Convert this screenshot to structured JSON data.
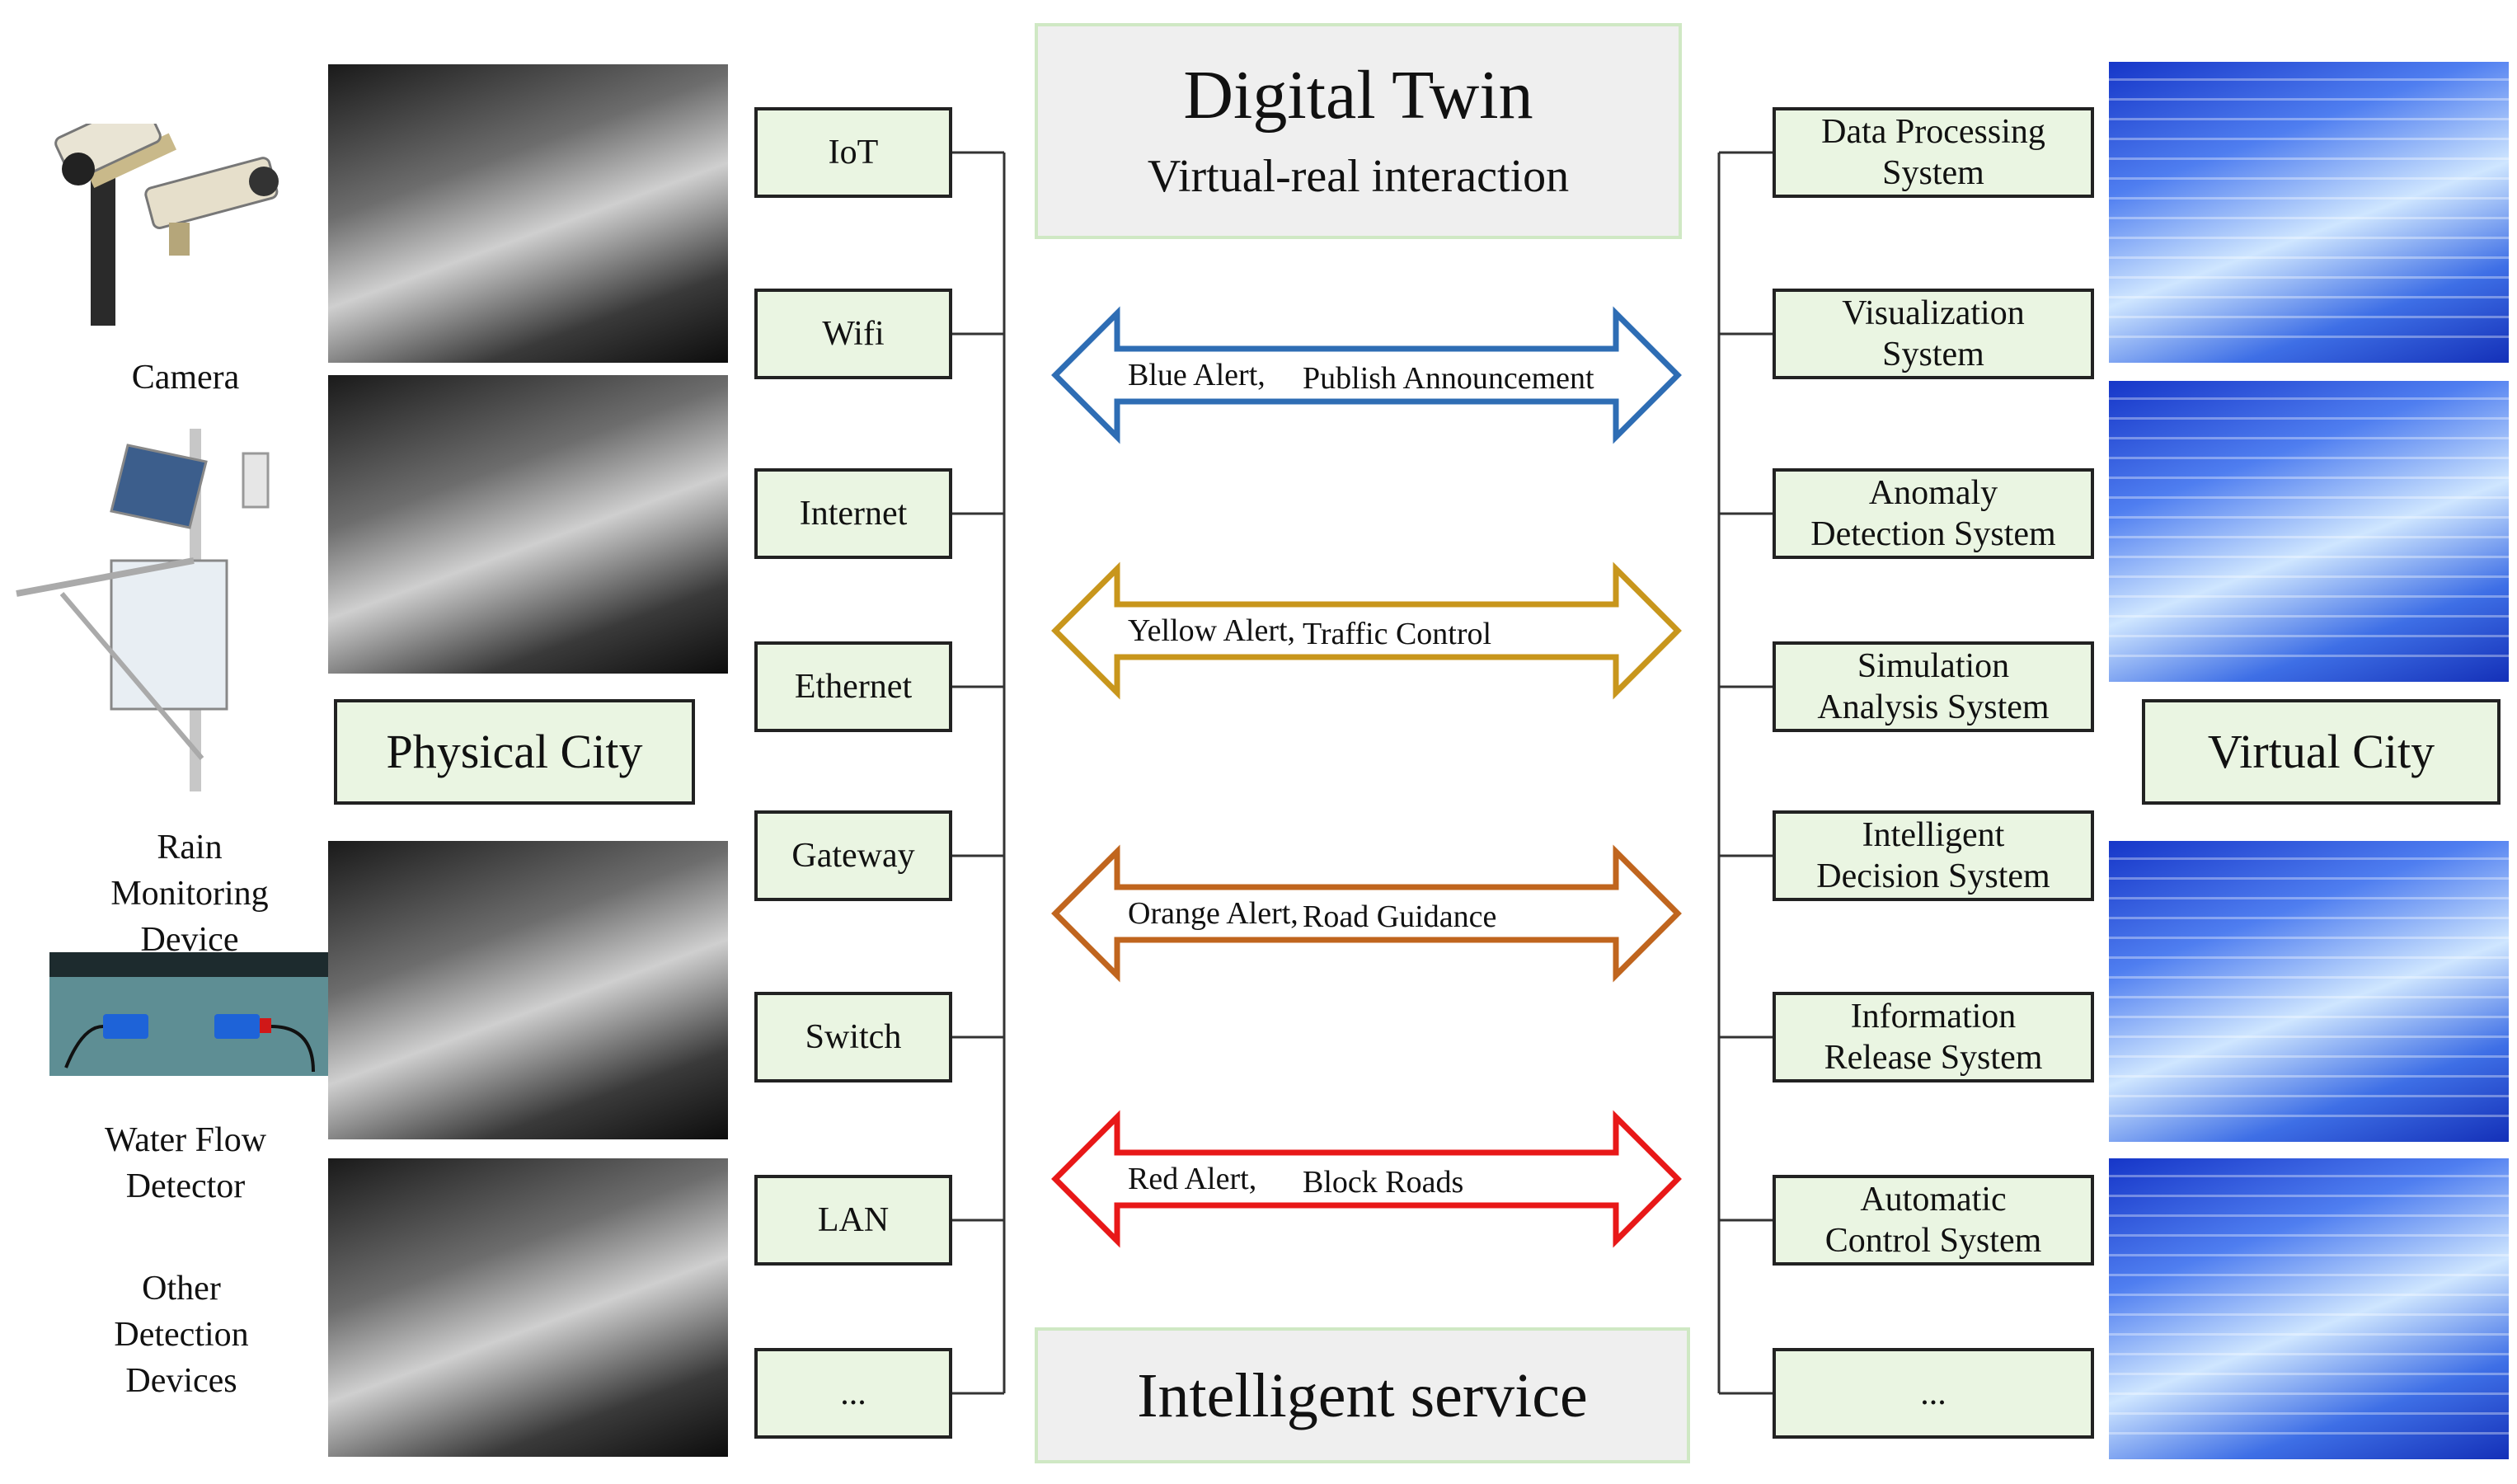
{
  "header": {
    "title": "Digital Twin",
    "subtitle": "Virtual-real interaction"
  },
  "footer": {
    "title": "Intelligent service"
  },
  "devices": {
    "camera": "Camera",
    "rain": "Rain\nMonitoring\nDevice",
    "water_flow": "Water Flow\nDetector",
    "other": "Other\nDetection\nDevices"
  },
  "physical_city": "Physical City",
  "virtual_city": "Virtual City",
  "network": [
    "IoT",
    "Wifi",
    "Internet",
    "Ethernet",
    "Gateway",
    "Switch",
    "LAN",
    "..."
  ],
  "systems": [
    "Data Processing\nSystem",
    "Visualization\nSystem",
    "Anomaly\nDetection System",
    "Simulation\nAnalysis System",
    "Intelligent\nDecision System",
    "Information\nRelease System",
    "Automatic\nControl System",
    "..."
  ],
  "alerts": [
    {
      "level": "Blue Alert,",
      "action": "Publish Announcement",
      "color": "#2e6db4"
    },
    {
      "level": "Yellow Alert,",
      "action": "Traffic Control",
      "color": "#c8961c"
    },
    {
      "level": "Orange Alert,",
      "action": "Road Guidance",
      "color": "#c0651e"
    },
    {
      "level": "Red Alert,",
      "action": "Block Roads",
      "color": "#e81818"
    }
  ]
}
